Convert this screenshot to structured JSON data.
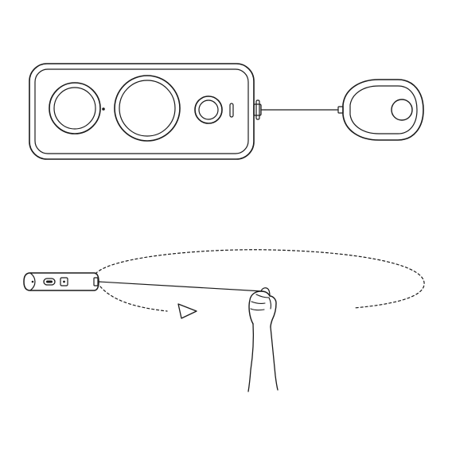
{
  "diagram": {
    "panels": [
      {
        "id": "camera-and-safety-tether",
        "elements": [
          "camera-body",
          "camera-lens-left",
          "camera-lens-center",
          "camera-shutter-button",
          "camera-status-led",
          "tether-clip",
          "tether-cord",
          "wrist-loop-pad"
        ]
      },
      {
        "id": "swing-demonstration",
        "elements": [
          "camera-side-view",
          "tether-line",
          "swing-orbit",
          "direction-arrow",
          "hand"
        ]
      }
    ],
    "colors": {
      "stroke": "#1a1a1a",
      "background": "#ffffff"
    },
    "icons": [
      "arrow-triangle-icon",
      "hand-fist-icon"
    ]
  }
}
